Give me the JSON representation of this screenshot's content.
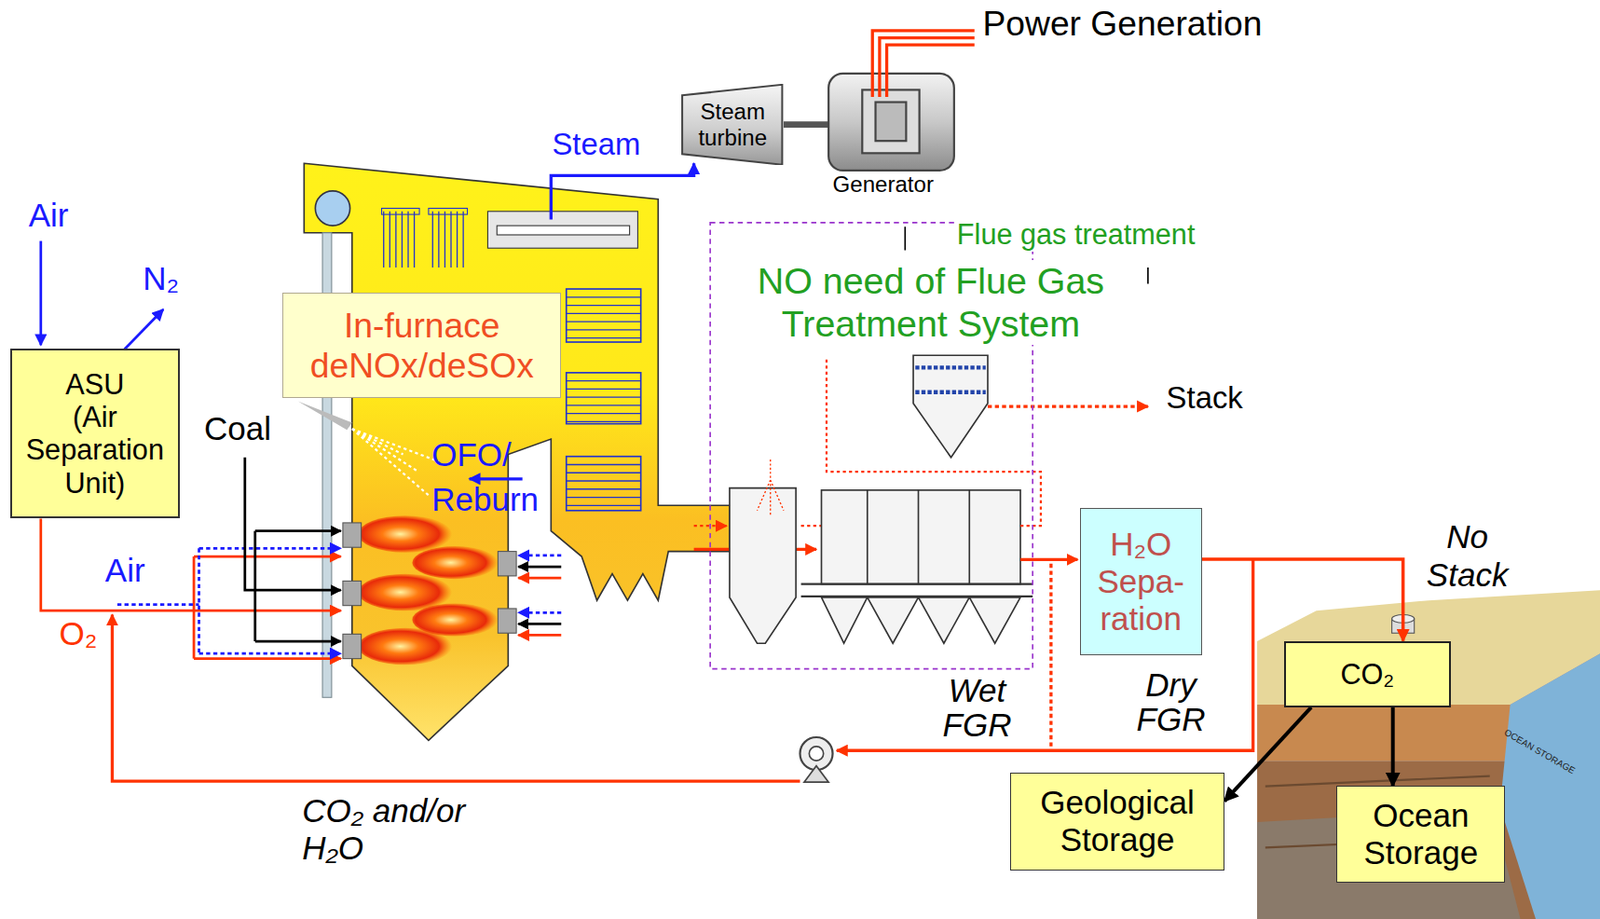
{
  "diagram": {
    "nodes": [
      {
        "text": [
          "Steam turbine"
        ]
      },
      {
        "text": [
          "In-furnace deNOx/deSOx"
        ]
      },
      {
        "text": [
          "ASU (Air Separation Unit)"
        ]
      },
      {
        "text": [
          "H₂O Sepa- ration"
        ]
      },
      {
        "text": [
          "CO₂"
        ]
      },
      {
        "text": [
          "Geological Storage"
        ]
      },
      {
        "text": [
          "Ocean Storage"
        ]
      }
    ],
    "edges": [
      {
        "from": 3,
        "to": 4,
        "arrow": "to"
      },
      {
        "from": 4,
        "to": 5,
        "arrow": "to"
      },
      {
        "from": 4,
        "to": 6,
        "arrow": "to"
      }
    ],
    "labels": [
      "Power Generation",
      "Generator",
      "Steam",
      "Air",
      "N₂",
      "Coal",
      "OFO/ Reburn",
      "Air",
      "O₂",
      "Flue gas treatment",
      "NO need of Flue Gas Treatment System",
      "Stack",
      "No Stack",
      "Wet FGR",
      "Dry FGR",
      "CO₂ and/or H₂O",
      "OCEAN STORAGE"
    ]
  }
}
